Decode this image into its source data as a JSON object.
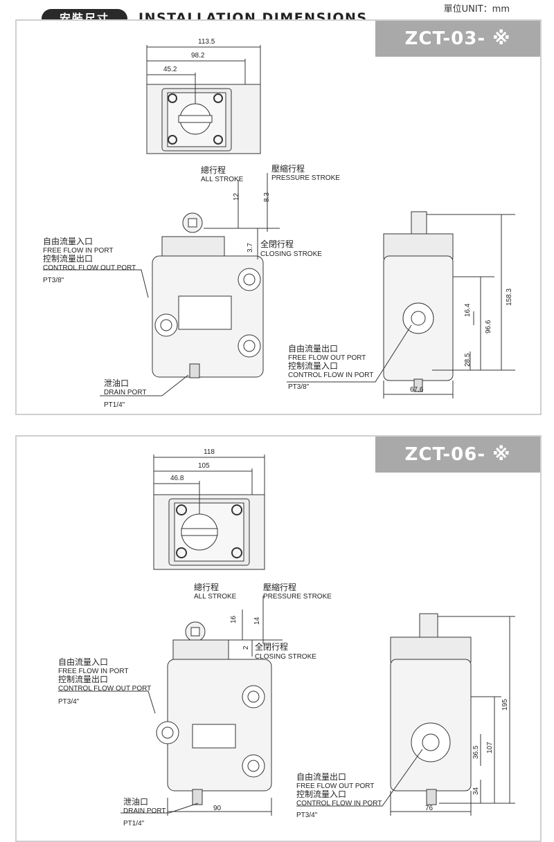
{
  "header": {
    "badge": "安裝尺寸",
    "title": "INSTALLATION DIMENSIONS",
    "unit": "單位UNIT：mm"
  },
  "panels": [
    {
      "model": "ZCT-03- ※",
      "top_dims": [
        "113.5",
        "98.2",
        "45.2"
      ],
      "stroke_all_cn": "總行程",
      "stroke_all_en": "ALL STROKE",
      "stroke_all_val": "12",
      "stroke_press_cn": "壓縮行程",
      "stroke_press_en": "PRESSURE STROKE",
      "stroke_press_val": "8.3",
      "stroke_close_cn": "全閉行程",
      "stroke_close_en": "CLOSING STROKE",
      "stroke_close_val": "3.7",
      "in_port_cn1": "自由流量入口",
      "in_port_en1": "FREE FLOW IN PORT",
      "in_port_cn2": "控制流量出口",
      "in_port_en2": "CONTROL FLOW OUT PORT",
      "in_port_size": "PT3/8\"",
      "drain_cn": "泄油口",
      "drain_en": "DRAIN PORT",
      "drain_size": "PT1/4\"",
      "out_port_cn1": "自由流量出口",
      "out_port_en1": "FREE FLOW OUT PORT",
      "out_port_cn2": "控制流量入口",
      "out_port_en2": "CONTROL FLOW IN PORT",
      "out_port_size": "PT3/8\"",
      "side_dims": [
        "158.3",
        "96.6",
        "16.4",
        "28.5",
        "67.6"
      ],
      "front_bottom_dim": ""
    },
    {
      "model": "ZCT-06- ※",
      "top_dims": [
        "118",
        "105",
        "46.8"
      ],
      "stroke_all_cn": "總行程",
      "stroke_all_en": "ALL STROKE",
      "stroke_all_val": "16",
      "stroke_press_cn": "壓縮行程",
      "stroke_press_en": "PRESSURE STROKE",
      "stroke_press_val": "14",
      "stroke_close_cn": "全閉行程",
      "stroke_close_en": "CLOSING STROKE",
      "stroke_close_val": "2",
      "in_port_cn1": "自由流量入口",
      "in_port_en1": "FREE FLOW IN PORT",
      "in_port_cn2": "控制流量出口",
      "in_port_en2": "CONTROL FLOW OUT PORT",
      "in_port_size": "PT3/4\"",
      "drain_cn": "泄油口",
      "drain_en": "DRAIN PORT",
      "drain_size": "PT1/4\"",
      "out_port_cn1": "自由流量出口",
      "out_port_en1": "FREE FLOW OUT PORT",
      "out_port_cn2": "控制流量入口",
      "out_port_en2": "CONTROL FLOW IN PORT",
      "out_port_size": "PT3/4\"",
      "side_dims": [
        "195",
        "107",
        "36.5",
        "34",
        "76"
      ],
      "front_bottom_dim": "90"
    }
  ]
}
